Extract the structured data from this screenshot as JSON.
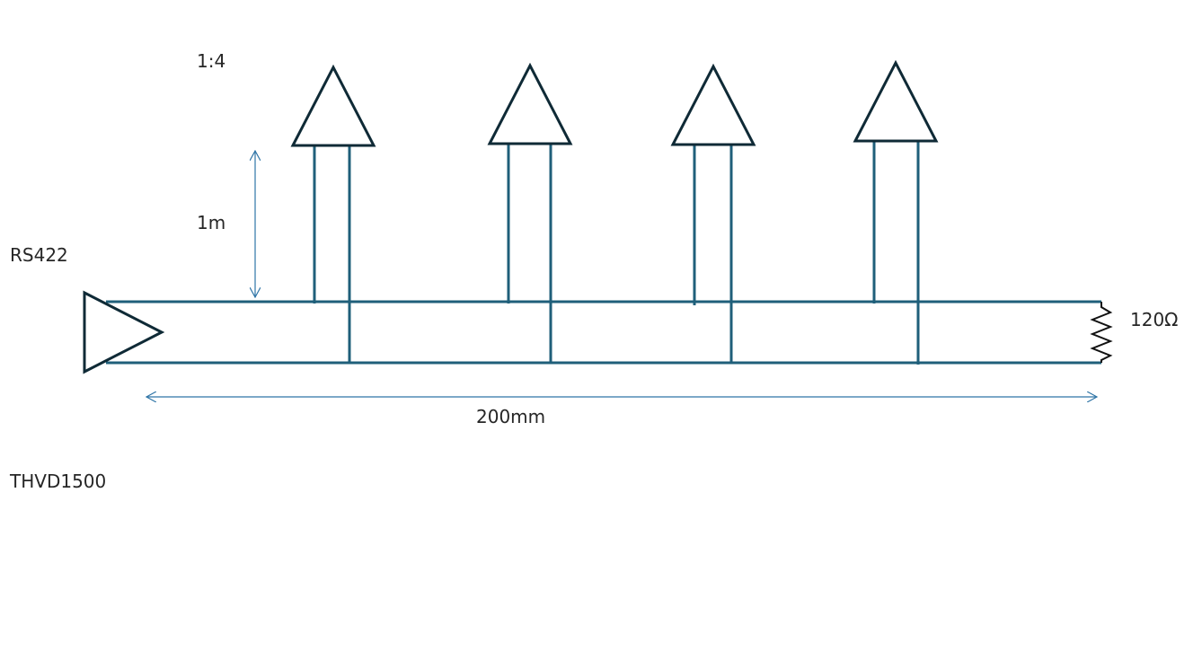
{
  "labels": {
    "ratio": "1:4",
    "stub_length": "1m",
    "bus_standard": "RS422",
    "termination": "120Ω",
    "bus_length": "200mm",
    "transceiver": "THVD1500"
  },
  "colors": {
    "bus_line": "#1f5f7a",
    "outline": "#0f2a36",
    "dimension": "#2e74a6",
    "text": "#262626"
  },
  "elements": {
    "driver": "driver-triangle-icon",
    "receivers": "receiver-triangle-icon",
    "resistor": "resistor-zigzag-icon"
  }
}
